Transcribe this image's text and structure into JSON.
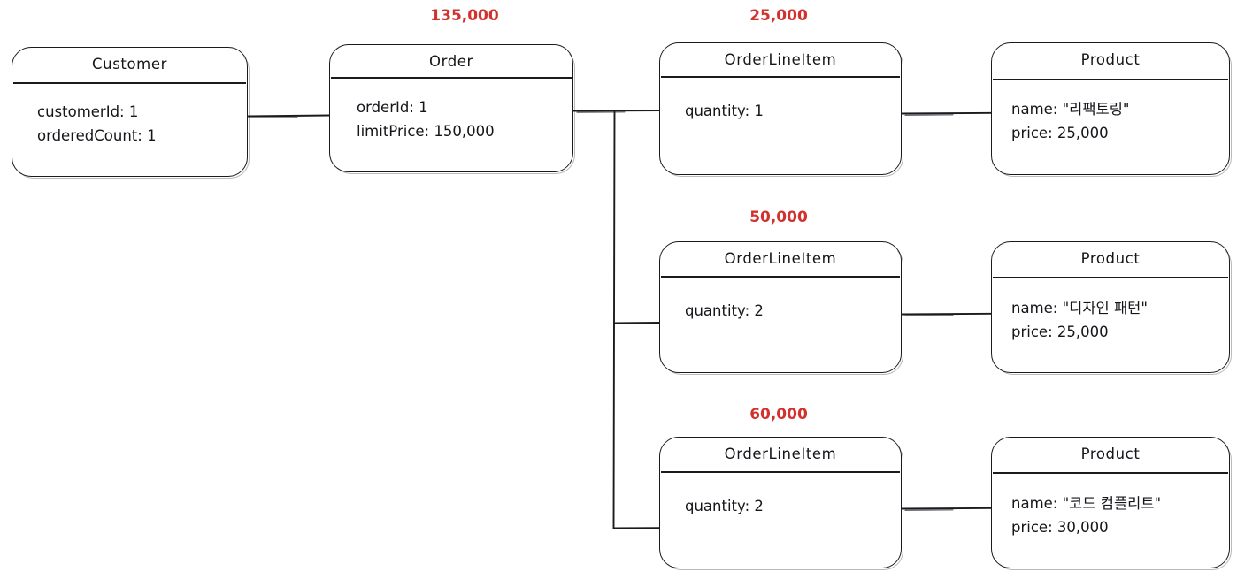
{
  "diagram": {
    "title": "Order object diagram",
    "background": "#ffffff",
    "line_color": "#1b1b1f",
    "accent_color": "#d1322e"
  },
  "nodes": {
    "customer": {
      "title": "Customer",
      "attrs": [
        "customerId: 1",
        "orderedCount: 1"
      ]
    },
    "order": {
      "title": "Order",
      "attrs": [
        "orderId: 1",
        "limitPrice: 150,000"
      ]
    },
    "line_item_1": {
      "title": "OrderLineItem",
      "attrs": [
        "quantity: 1"
      ]
    },
    "line_item_2": {
      "title": "OrderLineItem",
      "attrs": [
        "quantity: 2"
      ]
    },
    "line_item_3": {
      "title": "OrderLineItem",
      "attrs": [
        "quantity: 2"
      ]
    },
    "product_1": {
      "title": "Product",
      "attrs": [
        "name: \"리팩토링\"",
        "price: 25,000"
      ]
    },
    "product_2": {
      "title": "Product",
      "attrs": [
        "name: \"디자인 패턴\"",
        "price: 25,000"
      ]
    },
    "product_3": {
      "title": "Product",
      "attrs": [
        "name: \"코드 컴플리트\"",
        "price: 30,000"
      ]
    }
  },
  "labels": {
    "order_total": "135,000",
    "line_total_1": "25,000",
    "line_total_2": "50,000",
    "line_total_3": "60,000"
  }
}
